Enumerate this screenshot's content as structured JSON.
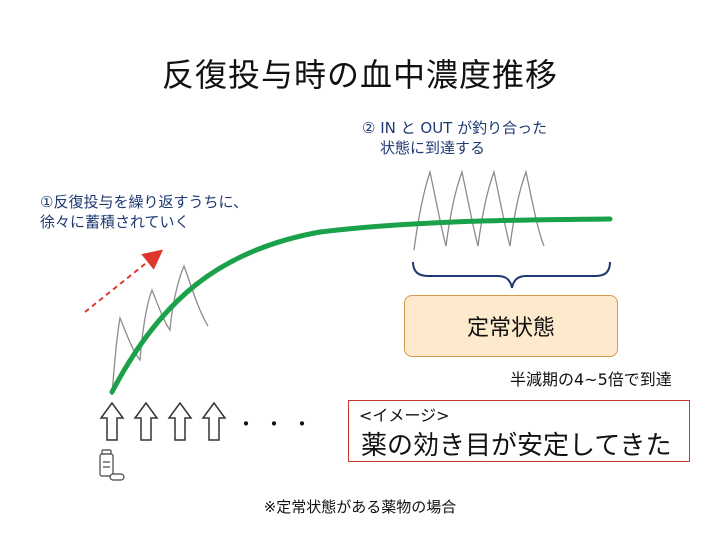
{
  "title": "反復投与時の血中濃度推移",
  "notes": {
    "in_out_line1": "② IN と OUT が釣り合った",
    "in_out_line2": "状態に到達する",
    "accum_line1": "①反復投与を繰り返すうちに、",
    "accum_line2": "徐々に蓄積されていく"
  },
  "steady_state_label": "定常状態",
  "half_life_note": "半減期の4~5倍で到達",
  "image_box": {
    "tag": "<イメージ>",
    "text": "薬の効き目が安定してきた"
  },
  "dose_dots": "・・・",
  "footnote": "※定常状態がある薬物の場合",
  "icons": {
    "dose_arrow": "up-arrow-outline-icon",
    "medicine": "medicine-bottle-icon"
  },
  "colors": {
    "average_curve": "#1aa14a",
    "dashed_arrow": "#e0352b",
    "note_text": "#1f3a73",
    "steady_box_fill": "#fde9cc",
    "steady_box_border": "#d39a4a",
    "image_box_border": "#c0392b"
  }
}
